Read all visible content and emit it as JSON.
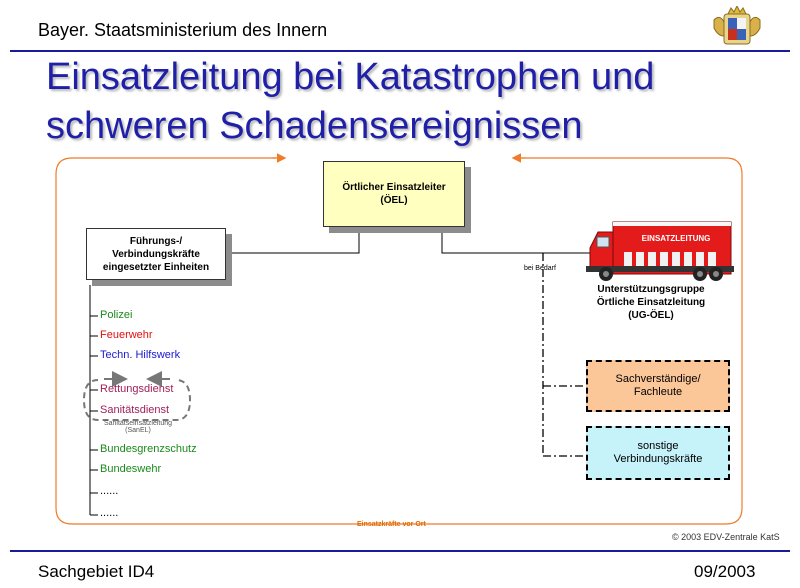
{
  "header": {
    "ministry": "Bayer. Staatsministerium des Innern",
    "title_line1": "Einsatzleitung bei Katastrophen und",
    "title_line2": "schweren Schadensereignissen"
  },
  "diagram": {
    "oel_line1": "Örtlicher Einsatzleiter",
    "oel_line2": "(ÖEL)",
    "fuehrung_line1": "Führungs-/",
    "fuehrung_line2": "Verbindungskräfte",
    "fuehrung_line3": "eingesetzter Einheiten",
    "truck_label": "EINSATZLEITUNG",
    "ug_line1": "Unterstützungsgruppe",
    "ug_line2": "Örtliche Einsatzleitung",
    "ug_line3": "(UG-ÖEL)",
    "bei_bedarf": "bei Bedarf",
    "sach_line1": "Sachverständige/",
    "sach_line2": "Fachleute",
    "sonst_line1": "sonstige",
    "sonst_line2": "Verbindungskräfte",
    "units": [
      {
        "label": "Polizei",
        "color": "#1a8a1a"
      },
      {
        "label": "Feuerwehr",
        "color": "#e01010"
      },
      {
        "label": "Techn. Hilfswerk",
        "color": "#1a1ad0"
      },
      {
        "label": "Rettungsdienst",
        "color": "#a0205a"
      },
      {
        "label": "Sanitätsdienst",
        "color": "#a0205a"
      },
      {
        "label": "Bundesgrenzschutz",
        "color": "#1a8a1a"
      },
      {
        "label": "Bundeswehr",
        "color": "#1a8a1a"
      },
      {
        "label": "......",
        "color": "#000000"
      },
      {
        "label": "......",
        "color": "#000000"
      }
    ],
    "sanel_line1": "Sanitätseinsatzleitung",
    "sanel_line2": "(SanEL)",
    "vor_ort": "Einsatzkräfte vor Ort",
    "accent_color": "#f07b2a"
  },
  "footer": {
    "left": "Sachgebiet ID4",
    "right": "09/2003",
    "copyright": "© 2003 EDV-Zentrale KatS"
  }
}
